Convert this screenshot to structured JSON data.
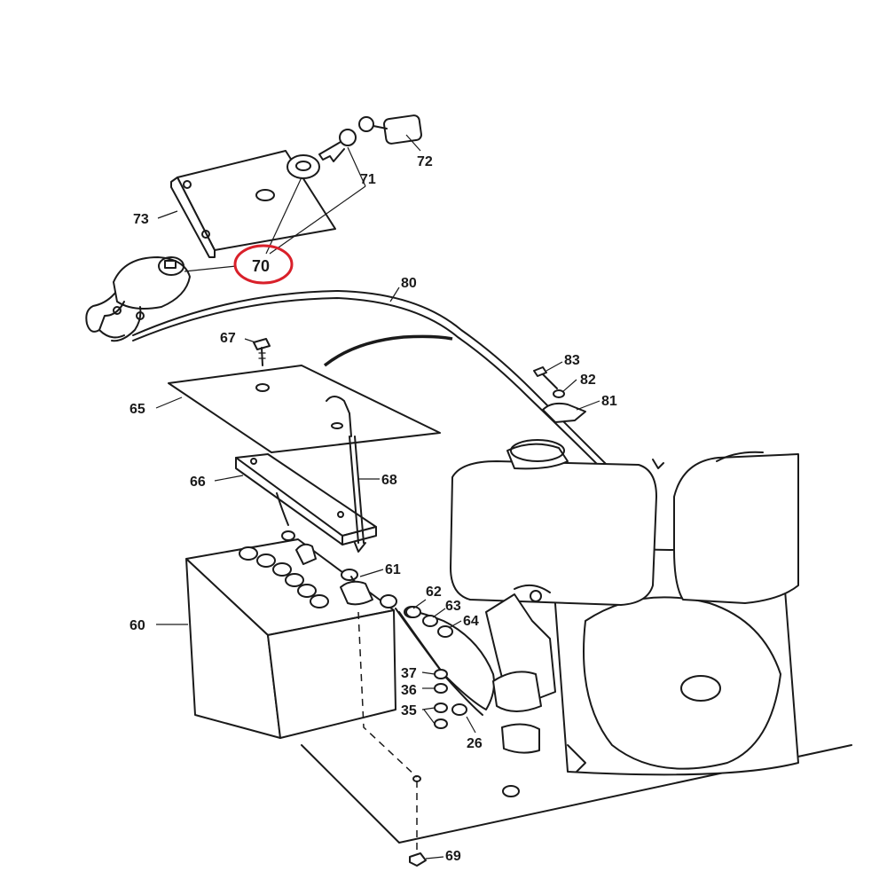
{
  "callouts": {
    "c72": "72",
    "c71": "71",
    "c73": "73",
    "c70": "70",
    "c80": "80",
    "c67": "67",
    "c83": "83",
    "c82": "82",
    "c81": "81",
    "c65": "65",
    "c66": "66",
    "c68": "68",
    "c61": "61",
    "c60": "60",
    "c62": "62",
    "c63": "63",
    "c64": "64",
    "c37": "37",
    "c36": "36",
    "c35": "35",
    "c26": "26",
    "c69": "69"
  },
  "highlight": {
    "target": "70",
    "color": "#d9202a"
  }
}
